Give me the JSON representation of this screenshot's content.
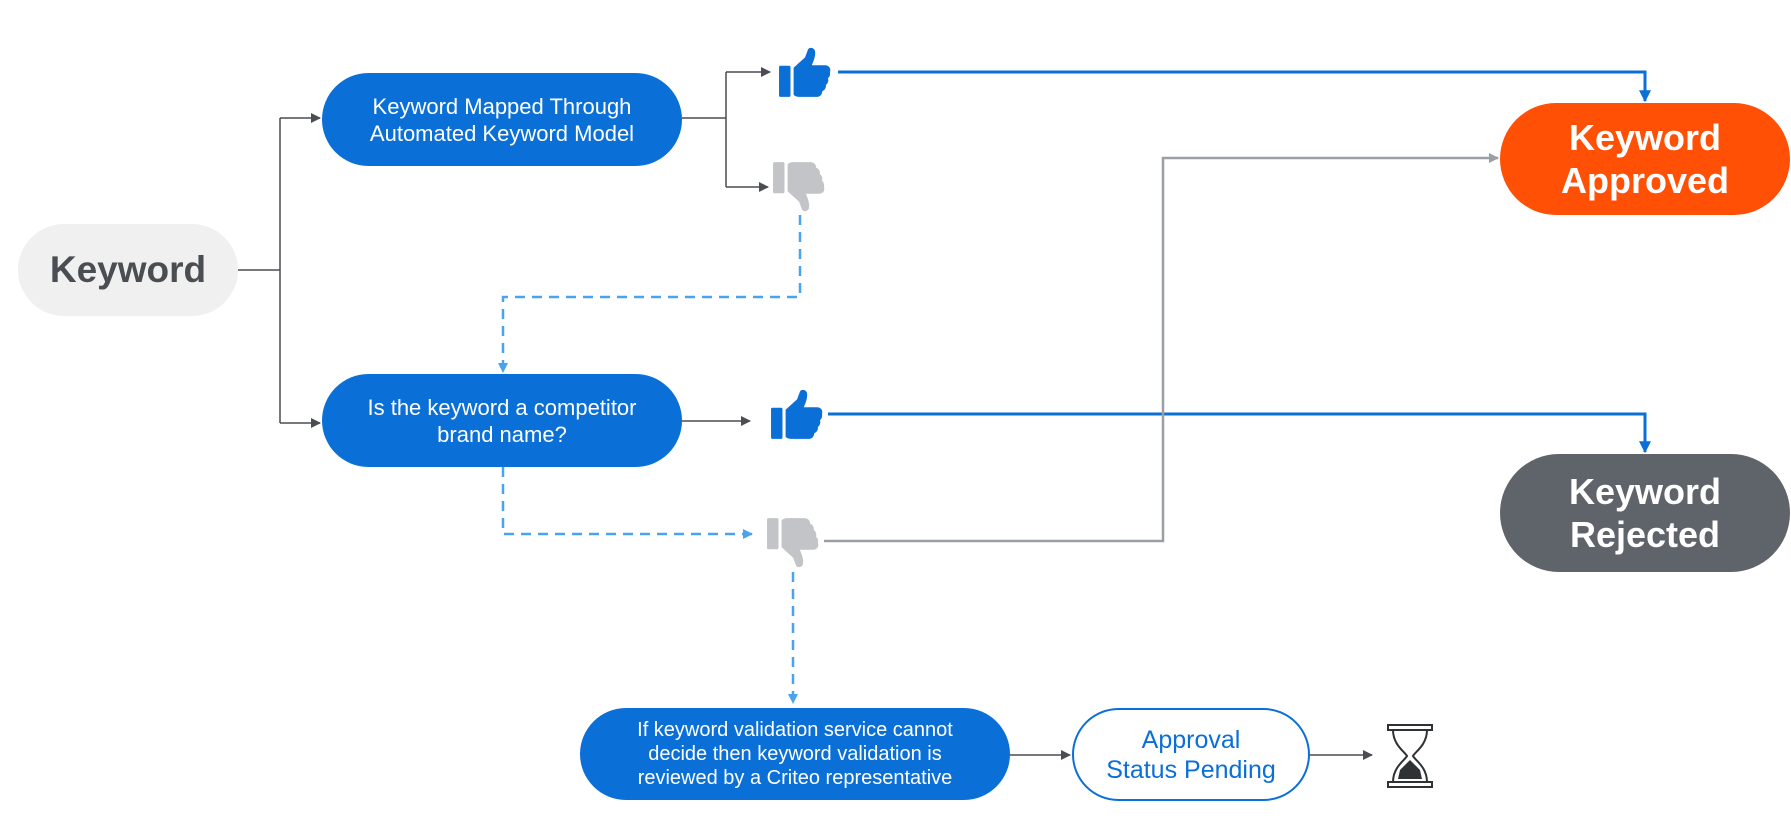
{
  "nodes": {
    "keyword": "Keyword",
    "mapped": "Keyword Mapped Through\nAutomated Keyword Model",
    "competitor": "Is the keyword a competitor\nbrand name?",
    "review": "If keyword validation service cannot\ndecide then keyword validation is\nreviewed by a Criteo representative",
    "pending": "Approval\nStatus Pending",
    "approved": "Keyword\nApproved",
    "rejected": "Keyword\nRejected"
  },
  "icons": [
    "thumbs-up-icon",
    "thumbs-down-icon",
    "hourglass-icon"
  ],
  "colors": {
    "primary_blue": "#0a6fd7",
    "dashed_blue": "#4aa3ef",
    "approved_orange": "#ff5005",
    "rejected_gray": "#5f646b",
    "connector_gray": "#9a9ea5",
    "thumb_down_gray": "#c2c4c7"
  }
}
